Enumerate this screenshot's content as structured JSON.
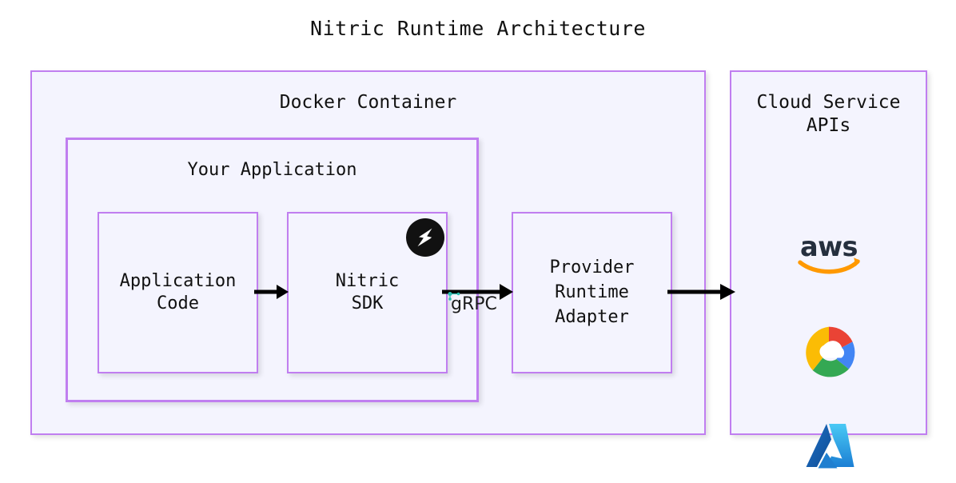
{
  "title": "Nitric Runtime Architecture",
  "colors": {
    "box_border": "#c07ef0",
    "box_fill": "#f4f4fe",
    "page_background": "#ffffff",
    "arrow": "#000000",
    "nitric_logo_circle": "#111111",
    "nitric_logo_mark": "#f2f2f2",
    "grpc_accent": "#2bbfb3",
    "aws_text": "#252f3e",
    "aws_swoosh": "#f90",
    "gcp_red": "#ea4335",
    "gcp_blue": "#4285f4",
    "gcp_yellow": "#fbbc05",
    "gcp_green": "#34a853",
    "azure_dark": "#0f5ba6",
    "azure_light": "#35c1f1"
  },
  "docker_container": {
    "label": "Docker Container",
    "your_application": {
      "label": "Your Application",
      "boxes": [
        {
          "id": "application-code",
          "label": "Application\nCode"
        },
        {
          "id": "nitric-sdk",
          "label": "Nitric\nSDK",
          "badge_icon": "nitric-logo-icon"
        }
      ]
    },
    "provider_runtime_adapter": {
      "label": "Provider\nRuntime\nAdapter"
    }
  },
  "cloud_service_apis": {
    "label": "Cloud Service\nAPIs",
    "providers": [
      {
        "id": "aws",
        "name": "aws",
        "icon": "aws-logo-icon"
      },
      {
        "id": "gcp",
        "name": "Google Cloud",
        "icon": "google-cloud-logo-icon"
      },
      {
        "id": "azure",
        "name": "Microsoft Azure",
        "icon": "azure-logo-icon"
      }
    ]
  },
  "connections": [
    {
      "id": "code-to-sdk",
      "label": ""
    },
    {
      "id": "sdk-to-adapter",
      "label": "gRPC"
    },
    {
      "id": "adapter-to-cloud",
      "label": ""
    }
  ],
  "grpc": {
    "label": "gRPC"
  }
}
